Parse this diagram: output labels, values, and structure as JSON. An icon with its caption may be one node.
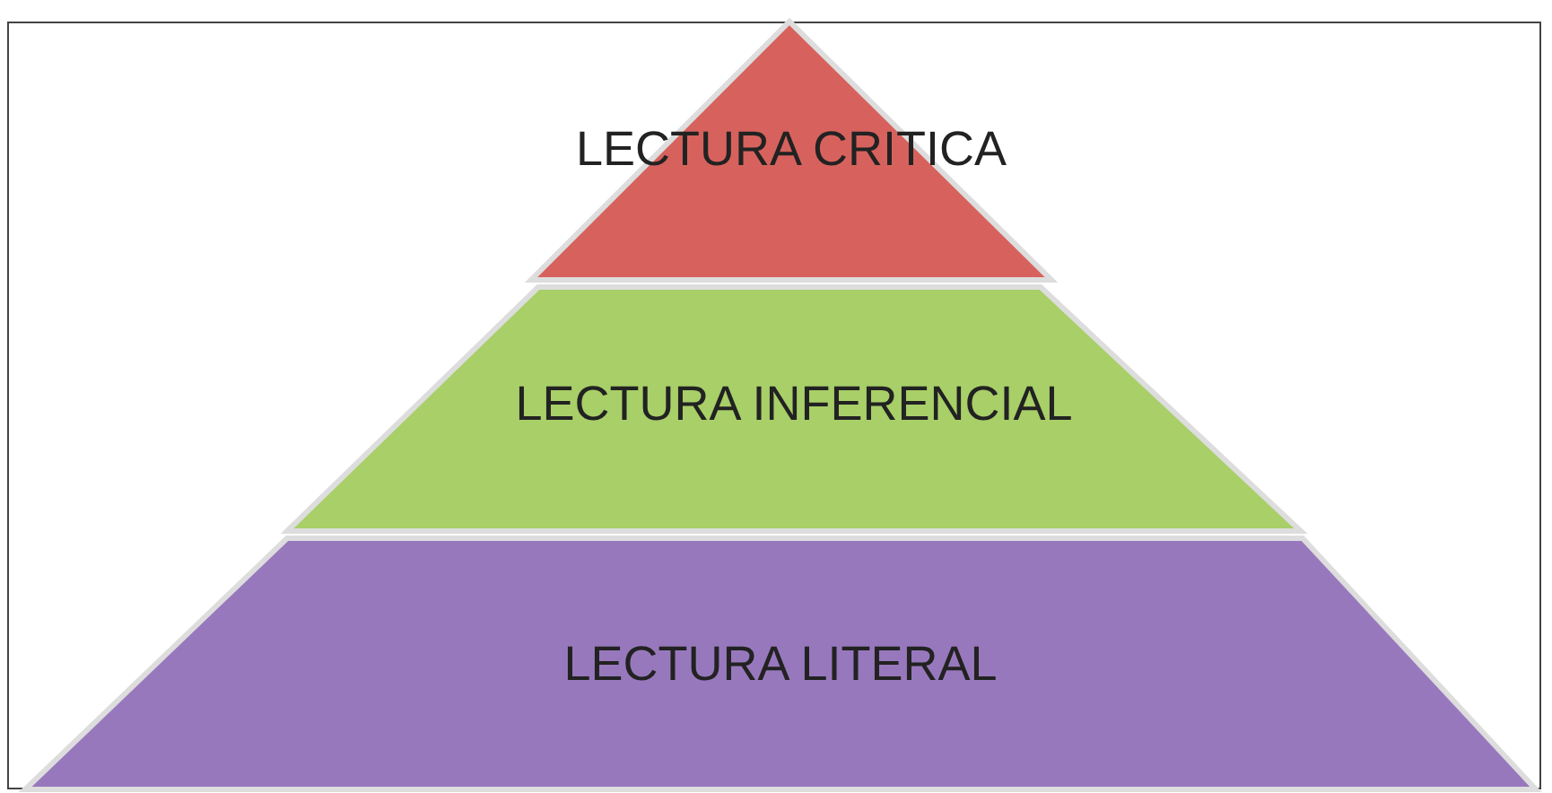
{
  "diagram": {
    "nodes": [
      {
        "text": [
          "LECTURA CRITICA"
        ]
      },
      {
        "text": [
          "LECTURA INFERENCIAL"
        ]
      },
      {
        "text": [
          "LECTURA LITERAL"
        ]
      }
    ]
  }
}
